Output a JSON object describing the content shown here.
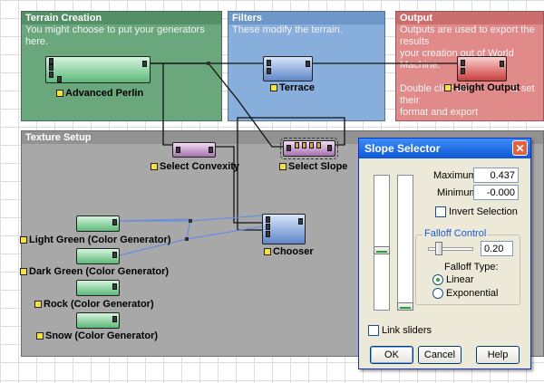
{
  "groups": {
    "terrain": {
      "title": "Terrain Creation",
      "desc": "You might choose to put your generators here."
    },
    "filters": {
      "title": "Filters",
      "desc": "These modify the terrain."
    },
    "output": {
      "title": "Output",
      "desc1": "Outputs are used to export the results",
      "desc2": "your creation out of World Machine.",
      "desc3": "Double click on",
      "desc4": "to set their",
      "desc5": "format and export"
    },
    "texture": {
      "title": "Texture Setup"
    }
  },
  "nodes": {
    "advanced_perlin": "Advanced Perlin",
    "terrace": "Terrace",
    "height_output": "Height Output",
    "select_convexity": "Select Convexity",
    "select_slope": "Select Slope",
    "chooser": "Chooser",
    "light_green": "Light Green (Color Generator)",
    "dark_green": "Dark Green (Color Generator)",
    "rock": "Rock (Color Generator)",
    "snow": "Snow (Color Generator)"
  },
  "dialog": {
    "title": "Slope Selector",
    "close_symbol": "✕",
    "maximum_label": "Maximum:",
    "maximum_value": "0.437",
    "minimum_label": "Minimum:",
    "minimum_value": "-0.000",
    "invert_label": "Invert Selection",
    "invert_checked": false,
    "falloff_title": "Falloff Control",
    "falloff_value": "0.20",
    "falloff_type_label": "Falloff Type:",
    "linear_label": "Linear",
    "exponential_label": "Exponential",
    "selected_falloff": "Linear",
    "link_label": "Link sliders",
    "link_checked": false,
    "ok_label": "OK",
    "cancel_label": "Cancel",
    "help_label": "Help"
  },
  "colors": {
    "terrain_group": "#6aa77d",
    "filters_group": "#88aedb",
    "output_group": "#e08a8a",
    "texture_group": "#a8a8a8",
    "titlebar": "#0b58d4"
  }
}
